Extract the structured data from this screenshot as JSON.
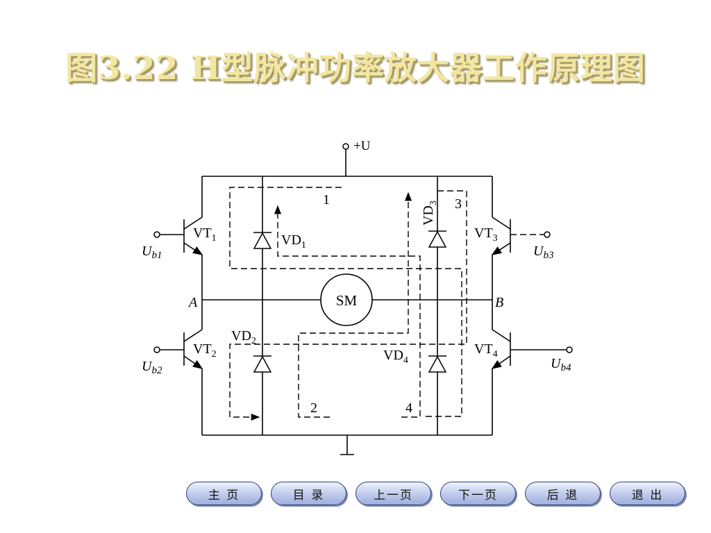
{
  "title": "图3.22 H型脉冲功率放大器工作原理图",
  "diagram": {
    "supply": "+U",
    "motor": "SM",
    "node_a": "A",
    "node_b": "B",
    "transistors": [
      {
        "main": "VT",
        "sub": "1"
      },
      {
        "main": "VT",
        "sub": "2"
      },
      {
        "main": "VT",
        "sub": "3"
      },
      {
        "main": "VT",
        "sub": "4"
      }
    ],
    "diodes": [
      {
        "main": "VD",
        "sub": "1"
      },
      {
        "main": "VD",
        "sub": "2"
      },
      {
        "main": "VD",
        "sub": "3"
      },
      {
        "main": "VD",
        "sub": "4"
      }
    ],
    "inputs": [
      {
        "main": "U",
        "sub": "b1"
      },
      {
        "main": "U",
        "sub": "b2"
      },
      {
        "main": "U",
        "sub": "b3"
      },
      {
        "main": "U",
        "sub": "b4"
      }
    ],
    "paths": [
      "1",
      "2",
      "3",
      "4"
    ]
  },
  "nav": [
    "主 页",
    "目 录",
    "上一页",
    "下一页",
    "后 退",
    "退 出"
  ]
}
